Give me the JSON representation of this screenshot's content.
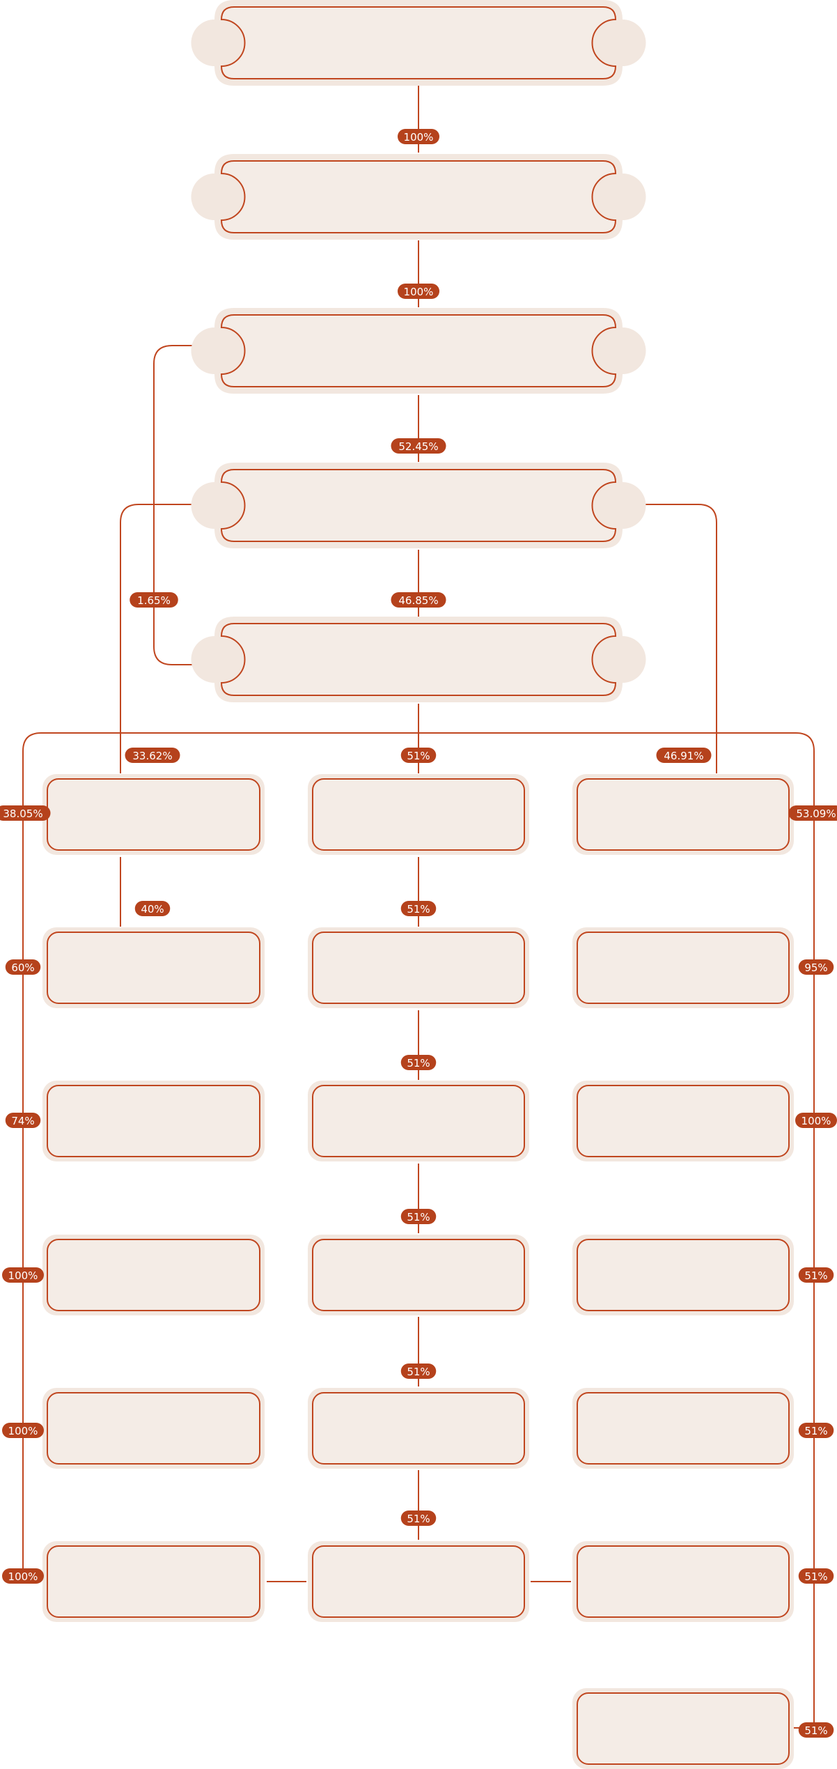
{
  "colors": {
    "line": "#c0461f",
    "badge": "#b5421c",
    "badge_text": "#ffffff",
    "node_fill": "#f4ece6",
    "node_halo": "#f2e7df"
  },
  "diagram": {
    "title": "",
    "top_chain": [
      {
        "id": "step-1",
        "label": ""
      },
      {
        "id": "step-2",
        "label": ""
      },
      {
        "id": "step-3",
        "label": ""
      },
      {
        "id": "step-4",
        "label": ""
      },
      {
        "id": "step-5",
        "label": ""
      }
    ],
    "columns": {
      "left": [
        {
          "label": ""
        },
        {
          "label": ""
        },
        {
          "label": ""
        },
        {
          "label": ""
        },
        {
          "label": ""
        },
        {
          "label": ""
        }
      ],
      "center": [
        {
          "label": ""
        },
        {
          "label": ""
        },
        {
          "label": ""
        },
        {
          "label": ""
        },
        {
          "label": ""
        },
        {
          "label": ""
        }
      ],
      "right": [
        {
          "label": ""
        },
        {
          "label": ""
        },
        {
          "label": ""
        },
        {
          "label": ""
        },
        {
          "label": ""
        },
        {
          "label": ""
        },
        {
          "label": ""
        }
      ]
    },
    "edge_labels": {
      "chain": [
        "100%",
        "100%",
        "52.45%",
        "46.85%"
      ],
      "skip_step3_to_step5": "1.65%",
      "step4_to_left": "33.62%",
      "step4_to_right": "46.91%",
      "step5_to_center": "51%",
      "left_col_link": "40%",
      "center_chain": [
        "51%",
        "51%",
        "51%",
        "51%",
        "51%"
      ],
      "outer_left": [
        "38.05%",
        "60%",
        "74%",
        "100%",
        "100%",
        "100%"
      ],
      "outer_right": [
        "53.09%",
        "95%",
        "100%",
        "51%",
        "51%",
        "51%",
        "51%"
      ]
    }
  }
}
